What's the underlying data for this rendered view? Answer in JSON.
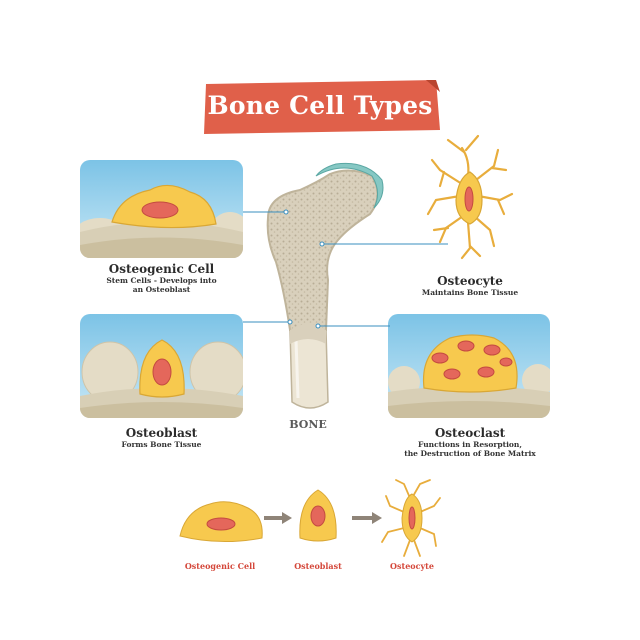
{
  "title": "Bone Cell Types",
  "center_label": "BONE",
  "cells": {
    "osteogenic": {
      "name": "Osteogenic Cell",
      "desc1": "Stem Cells - Develops into",
      "desc2": "an Osteoblast"
    },
    "osteocyte": {
      "name": "Osteocyte",
      "desc1": "Maintains Bone Tissue"
    },
    "osteoblast": {
      "name": "Osteoblast",
      "desc1": "Forms Bone Tissue"
    },
    "osteoclast": {
      "name": "Osteoclast",
      "desc1": "Functions in Resorption,",
      "desc2": "the Destruction of Bone Matrix"
    }
  },
  "sequence": [
    "Osteogenic Cell",
    "Osteoblast",
    "Osteocyte"
  ],
  "colors": {
    "banner": "#e2604a",
    "cell_yellow": "#f7c94e",
    "nucleus": "#e4675b",
    "panel_sky": "#9fd3ec",
    "bone_tissue": "#e9e1cf",
    "label_red": "#d4473a"
  }
}
